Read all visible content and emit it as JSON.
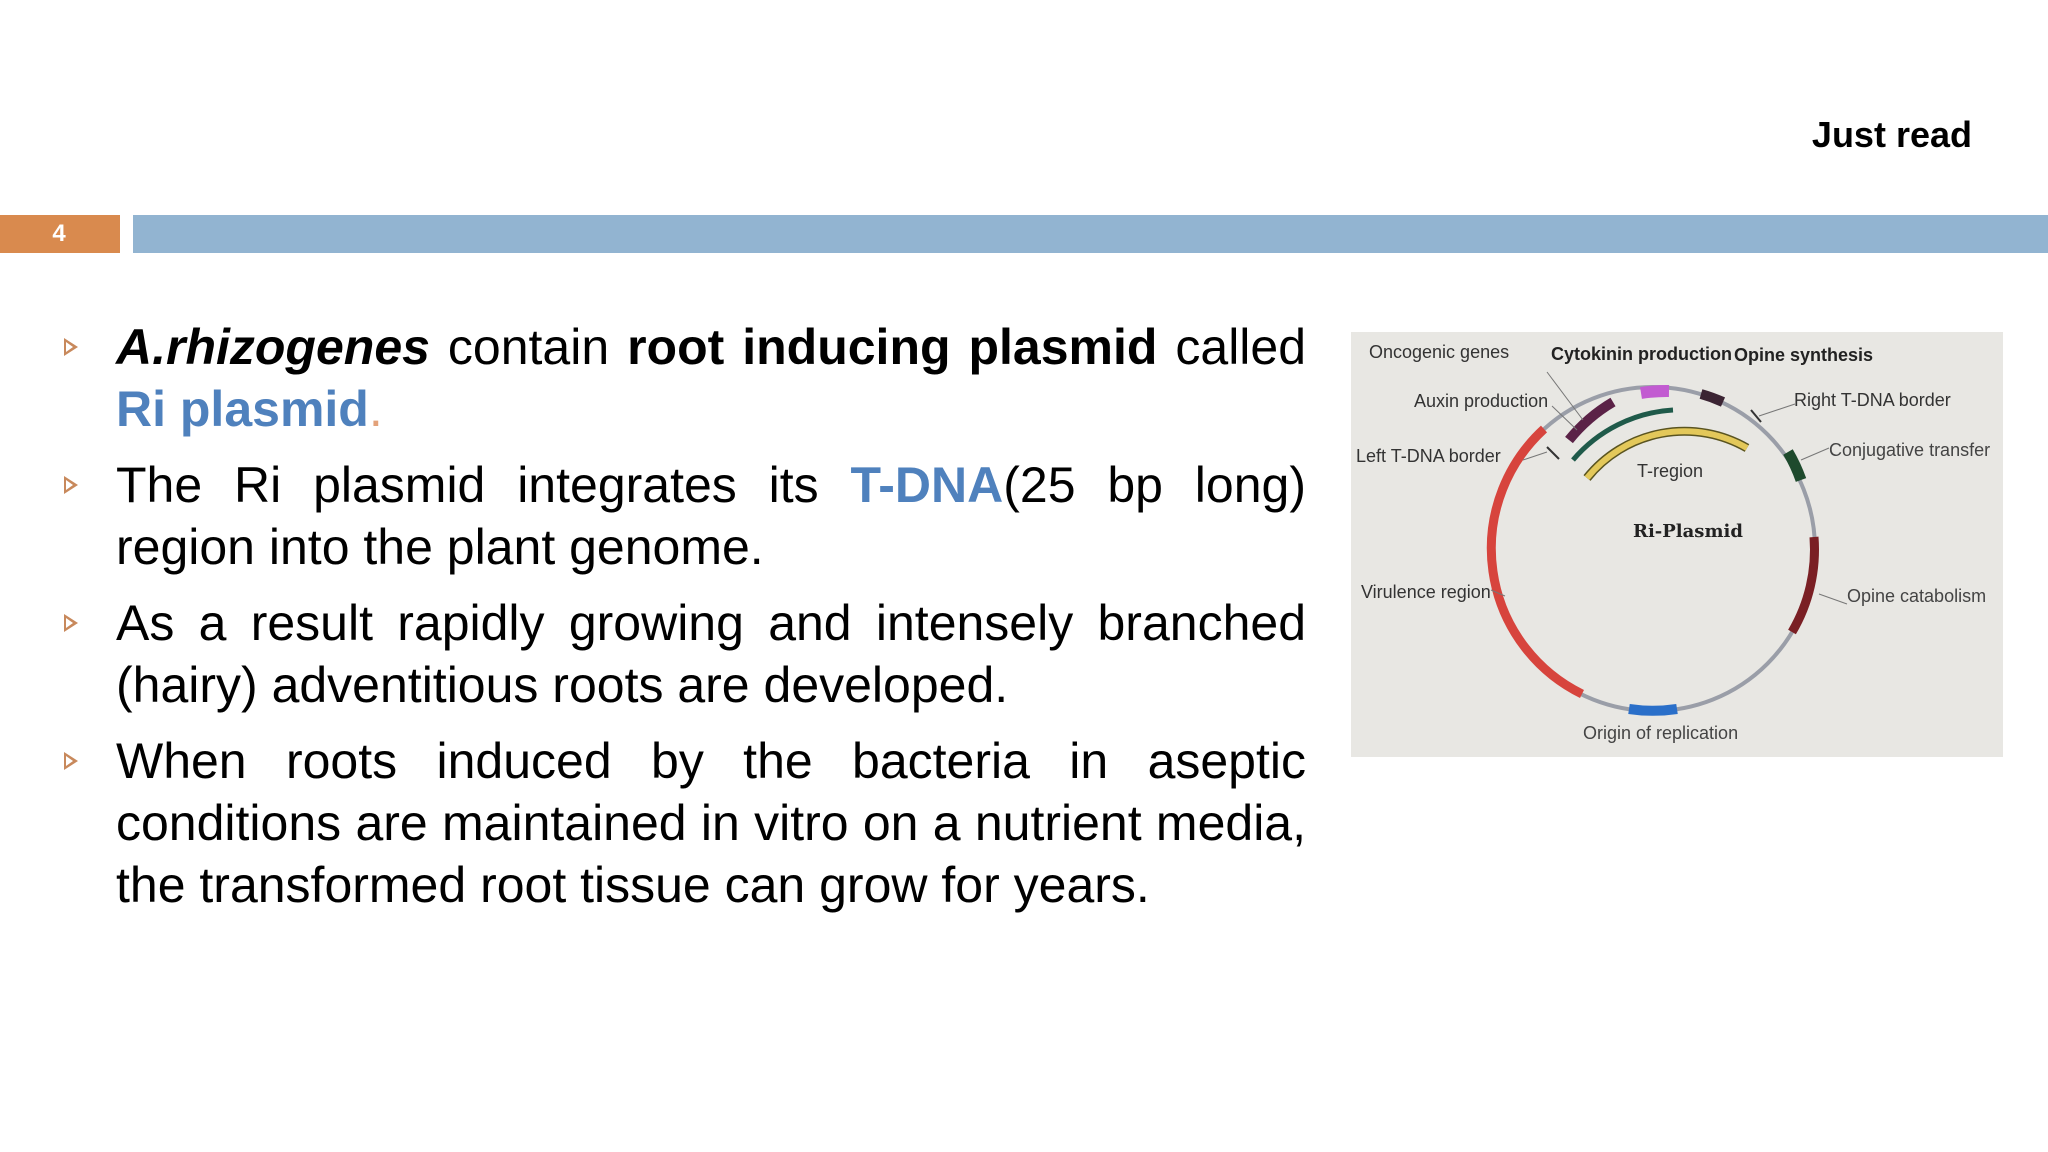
{
  "header": {
    "note": "Just read",
    "slide_number": "4",
    "accent_orange": "#d98a4e",
    "accent_blue": "#92b4d1"
  },
  "bullets": {
    "b1": {
      "t1": "A.rhizogenes",
      "t2": " contain ",
      "t3": "root inducing plasmid",
      "t4": " called ",
      "t5": "Ri plasmid",
      "t6": "."
    },
    "b2": {
      "t1": "The Ri plasmid  integrates its ",
      "t2": "T-DNA",
      "t3": "(25 bp long) region into the plant genome."
    },
    "b3": {
      "t1": "As a result rapidly growing and intensely branched (hairy) adventitious roots are developed."
    },
    "b4": {
      "t1": "When roots induced by the bacteria in aseptic conditions are maintained  in vitro on a nutrient media, the transformed root tissue can grow for years."
    }
  },
  "figure": {
    "center_label": "Ri-Plasmid",
    "t_region": "T-region",
    "labels": {
      "oncogenic": "Oncogenic genes",
      "cytokinin": "Cytokinin production",
      "opine_synthesis": "Opine synthesis",
      "auxin": "Auxin production",
      "right_border": "Right T-DNA border",
      "left_border": "Left T-DNA border",
      "conjugative": "Conjugative transfer",
      "virulence": "Virulence region",
      "opine_catabolism": "Opine catabolism",
      "origin": "Origin of replication"
    }
  }
}
